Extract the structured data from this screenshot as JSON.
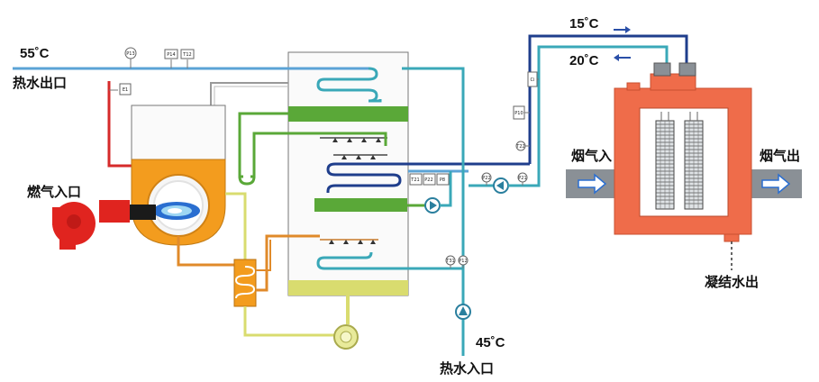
{
  "labels": {
    "hot_out_temp": "55˚C",
    "hot_out": "热水出口",
    "gas_in": "燃气入口",
    "hot_in_temp": "45˚C",
    "hot_in": "热水入口",
    "temp_15": "15˚C",
    "temp_20": "20˚C",
    "flue_in": "烟气入",
    "flue_out": "烟气出",
    "condensate_out": "凝结水出"
  },
  "sensors": {
    "p13": "P13",
    "p14": "P14",
    "t12": "T12",
    "e1": "E1",
    "t21": "T21",
    "p22": "P22",
    "p8": "P8",
    "t31": "T31",
    "p12": "P12",
    "p22b": "P22",
    "p21": "P21",
    "t22": "T22",
    "p10": "P10",
    "ci": "Ci"
  },
  "colors": {
    "cold_pipe": "#5ba3d6",
    "return_pipe": "#1f3e8c",
    "teal_pipe": "#3aa8b8",
    "hot_pipe": "#d62a2a",
    "green_pipe": "#5aa838",
    "orange_pipe": "#e08a2a",
    "boiler": "#f39c1e",
    "heat_recovery": "#ef6c4a",
    "burner": "#e0241f",
    "flame": "#2a6ed0",
    "condensate_tray": "#d9dc6f",
    "duct": "#8a9096"
  }
}
